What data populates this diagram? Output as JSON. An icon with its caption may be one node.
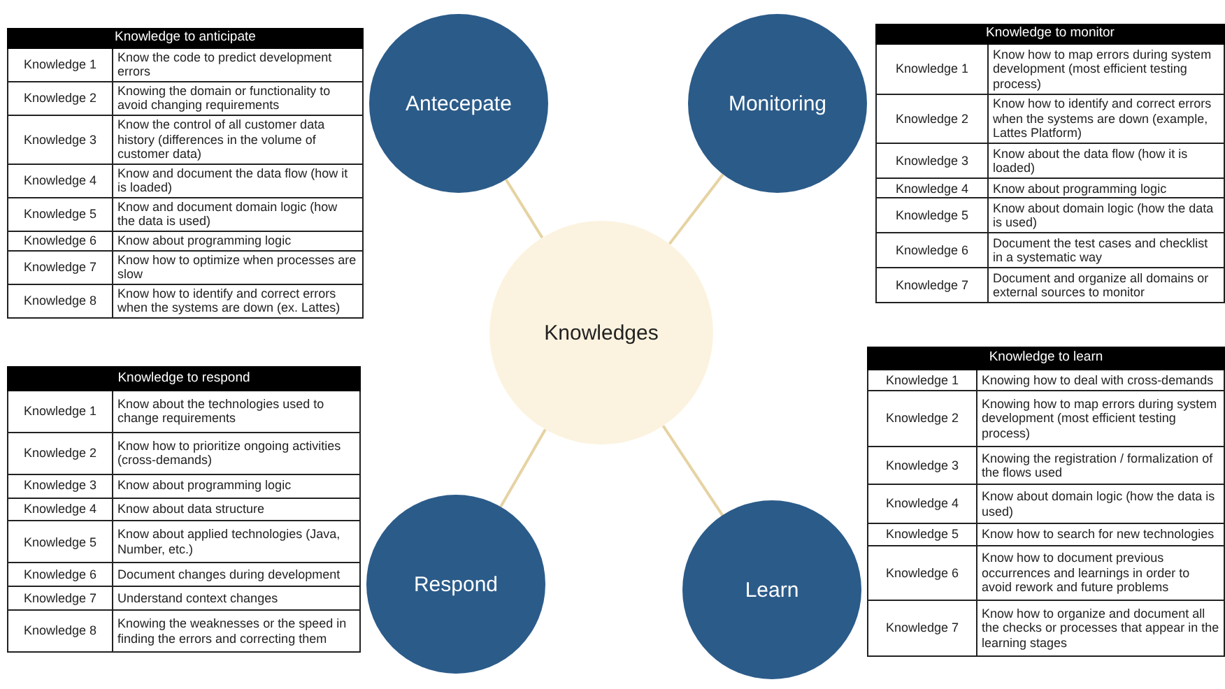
{
  "diagram": {
    "nodes": [
      {
        "text": [
          "Knowledges"
        ]
      },
      {
        "text": [
          "Antecepate"
        ]
      },
      {
        "text": [
          "Monitoring"
        ]
      },
      {
        "text": [
          "Respond"
        ]
      },
      {
        "text": [
          "Learn"
        ]
      }
    ],
    "edges": [
      {
        "from": 0,
        "to": 1,
        "arrow": "none"
      },
      {
        "from": 0,
        "to": 2,
        "arrow": "none"
      },
      {
        "from": 0,
        "to": 3,
        "arrow": "none"
      },
      {
        "from": 0,
        "to": 4,
        "arrow": "none"
      }
    ],
    "labels": [
      "Knowledge to anticipate",
      "Knowledge 1",
      "Know the code to predict development errors",
      "Knowledge 2",
      "Knowing the domain or functionality to avoid changing requirements",
      "Knowledge 3",
      "Know the control of all customer data history (differences in the volume of customer data)",
      "Knowledge 4",
      "Know and document the data flow (how it is loaded)",
      "Knowledge 5",
      "Know and document domain logic (how the data is used)",
      "Knowledge 6",
      "Know about programming logic",
      "Knowledge 7",
      "Know how to optimize when processes are slow",
      "Knowledge 8",
      "Know how to identify and correct errors when the systems are down (ex. Lattes)",
      "Knowledge to  monitor",
      "Knowledge 1",
      "Know how to map errors during system development (most efficient testing process)",
      "Knowledge 2",
      "Know how to identify and correct errors when the systems are down (example, Lattes Platform)",
      "Knowledge 3",
      "Know about the data flow (how it is loaded)",
      "Knowledge 4",
      "Know about programming logic",
      "Knowledge 5",
      "Know about domain logic (how the data is used)",
      "Knowledge 6",
      "Document the test cases and checklist in a systematic way",
      "Knowledge 7",
      "Document and organize all domains or external sources to monitor",
      "Knowledge to respond",
      "Knowledge 1",
      "Know about the technologies used to change requirements",
      "Knowledge 2",
      "Know how to prioritize ongoing activities (cross-demands)",
      "Knowledge 3",
      "Know about programming logic",
      "Knowledge 4",
      "Know about data structure",
      "Knowledge 5",
      "Know about applied technologies (Java, Number, etc.)",
      "Knowledge 6",
      "Document changes during development",
      "Knowledge 7",
      "Understand context changes",
      "Knowledge 8",
      "Knowing the weaknesses or the speed in finding the errors and correcting them",
      "Knowledge to  learn",
      "Knowledge 1",
      "Knowing how to deal with cross-demands",
      "Knowledge 2",
      "Knowing how to map errors during system development (most efficient testing process)",
      "Knowledge 3",
      "Knowing the registration / formalization of the flows used",
      "Knowledge 4",
      "Know about domain logic (how the data is used)",
      "Knowledge 5",
      "Know how to search for new technologies",
      "Knowledge 6",
      "Know how to document previous occurrences and learnings in order to avoid rework and future problems",
      "Knowledge 7",
      "Know how to organize and document all the checks or processes that appear in the learning stages"
    ]
  }
}
